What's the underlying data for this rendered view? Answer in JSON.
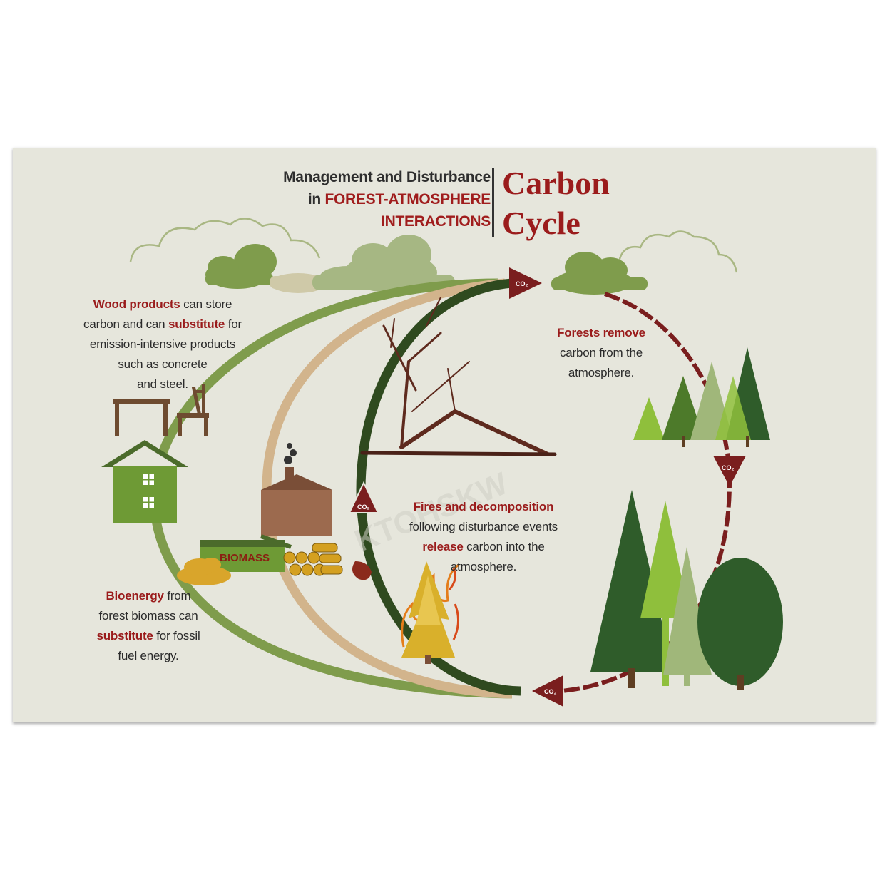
{
  "header": {
    "line1": "Management and Disturbance",
    "line2_prefix": "in ",
    "line2_red": "FOREST-ATMOSPHERE",
    "line3_red": "INTERACTIONS",
    "title_line1": "Carbon",
    "title_line2": "Cycle"
  },
  "wood_products": {
    "red1": "Wood products",
    "t1": " can store",
    "t2": "carbon and can ",
    "red2": "substitute",
    "t3": " for",
    "t4": "emission-intensive products",
    "t5": "such as concrete",
    "t6": "and steel."
  },
  "forests_remove": {
    "red1": "Forests  remove",
    "t1": "carbon from the",
    "t2": "atmosphere."
  },
  "fires": {
    "red1": "Fires and decomposition",
    "t1": "following disturbance events",
    "red2": "release",
    "t2": " carbon into the",
    "t3": "atmosphere."
  },
  "bioenergy": {
    "red1": "Bioenergy",
    "t1": " from",
    "t2": "forest biomass can",
    "red2": "substitute",
    "t3": " for fossil",
    "t4": "fuel energy."
  },
  "labels": {
    "co2": "CO₂",
    "biomass": "BIOMASS",
    "watermark": "KTOHSKW"
  },
  "colors": {
    "poster_bg": "#e6e6dc",
    "dark_green": "#2f4a1f",
    "olive_green": "#7d9a4a",
    "tan": "#d2b48c",
    "maroon": "#7a1e1e",
    "accent_red": "#9a1b1b"
  }
}
